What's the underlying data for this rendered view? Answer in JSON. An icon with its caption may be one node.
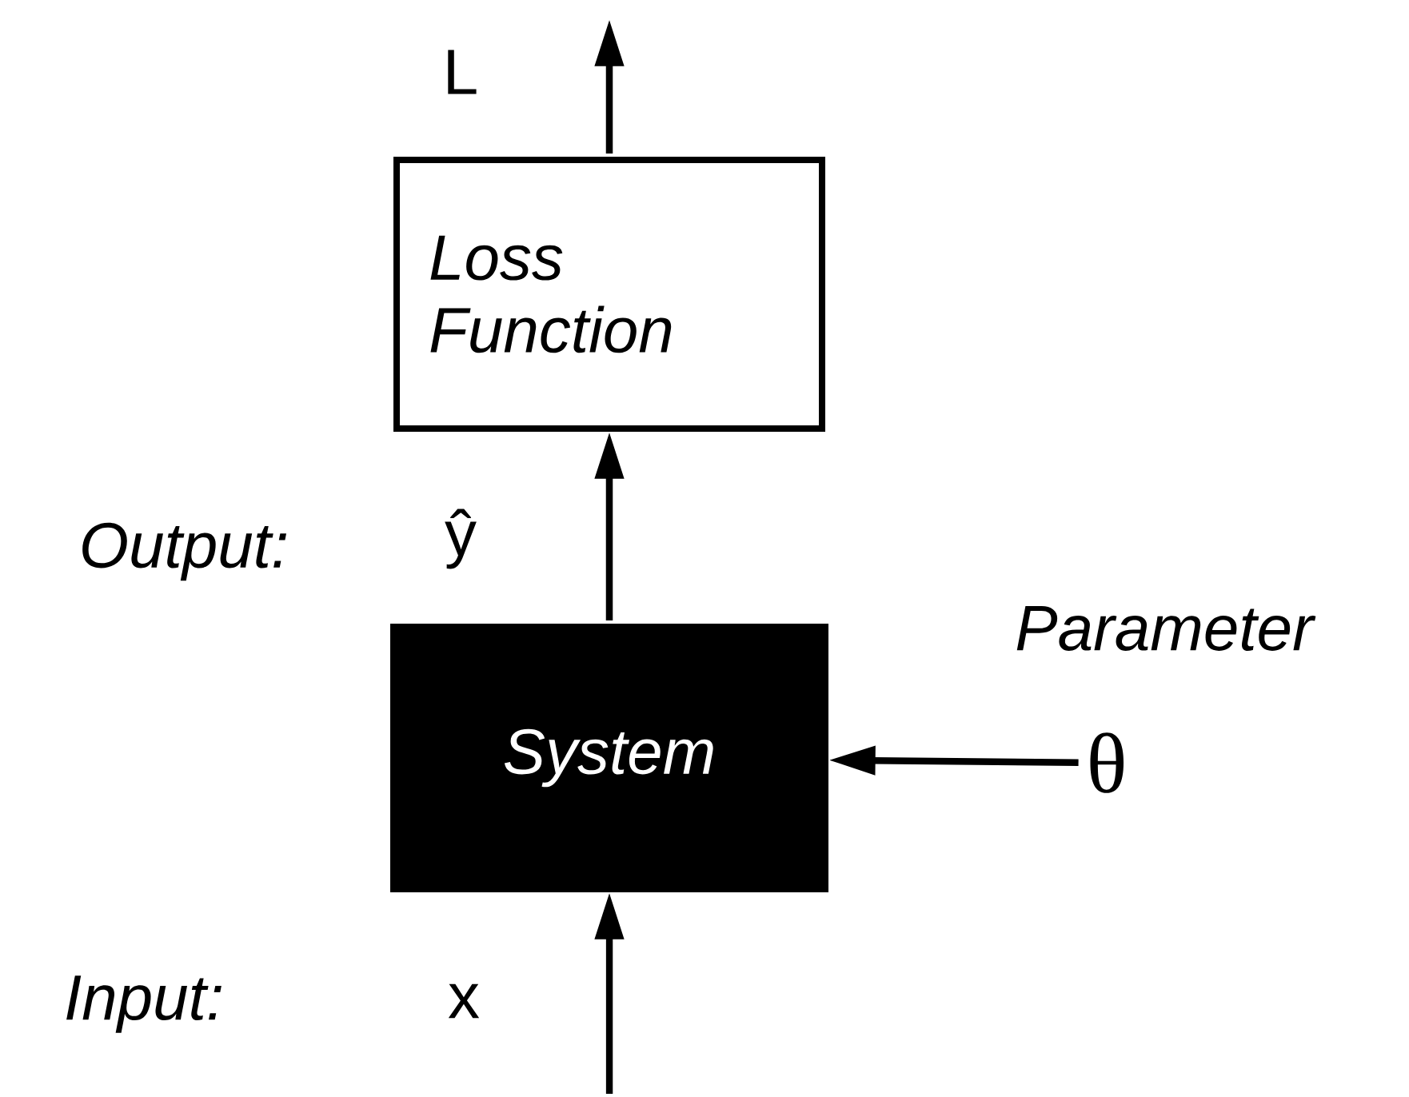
{
  "diagram": {
    "nodes": [
      {
        "text": [
          "Loss Function"
        ]
      },
      {
        "text": [
          "System"
        ]
      },
      {
        "text": [
          "θ"
        ],
        "beside": [
          "Parameter"
        ]
      }
    ],
    "edges": [
      {
        "from": 1,
        "to": 0,
        "arrow": "to"
      },
      {
        "from": 2,
        "to": 1,
        "arrow": "to"
      },
      {
        "from": null,
        "to": 1,
        "arrow": "to"
      },
      {
        "from": 0,
        "to": null,
        "arrow": "to"
      }
    ],
    "labels": [
      "L",
      "Output:",
      "ŷ",
      "Input:",
      "x"
    ]
  }
}
